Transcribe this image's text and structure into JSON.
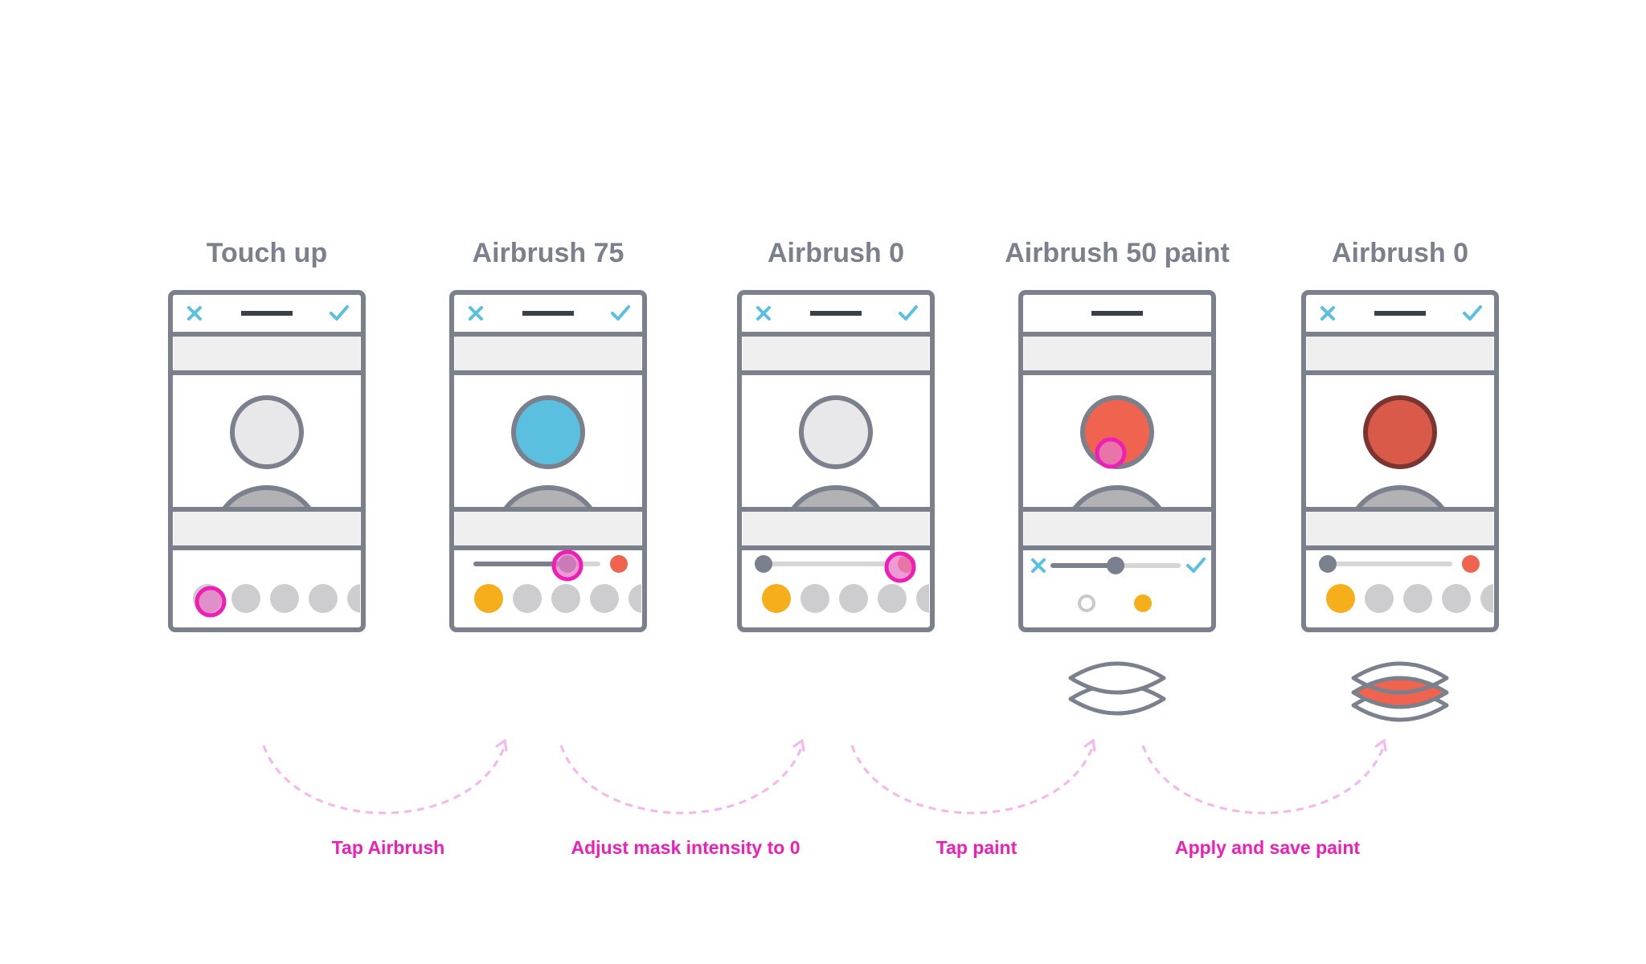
{
  "colors": {
    "frame": "#7a808c",
    "bar": "#efefef",
    "accent_blue": "#5bbfdf",
    "face_default": "#e8e8ea",
    "face_blue": "#5bbfdf",
    "face_red": "#f0634f",
    "face_applied": "#d95a48",
    "face_applied_border": "#7a3530",
    "body": "#b2b2b4",
    "tap_ring": "#ee1fb6",
    "tap_fill": "#e67ac6",
    "chip_active": "#f7ae1b",
    "chip": "#cdcdcf",
    "slider_track": "#d6d6d6",
    "slider_red": "#f0634f",
    "arrow": "#f6b6ec",
    "step_text": "#ee1fb6"
  },
  "screens": [
    {
      "title": "Touch up",
      "top_icons": true,
      "face": "default",
      "mode": "chips_only",
      "slider_value": null,
      "active_chip": false,
      "tap": "first_chip",
      "layers": null
    },
    {
      "title": "Airbrush 75",
      "top_icons": true,
      "face": "blue",
      "mode": "slider",
      "slider_value": 75,
      "active_chip": true,
      "tap": "slider_knob",
      "layers": null
    },
    {
      "title": "Airbrush 0",
      "top_icons": true,
      "face": "default",
      "mode": "slider",
      "slider_value": 0,
      "active_chip": true,
      "tap": "slider_end",
      "layers": null
    },
    {
      "title": "Airbrush 50 paint",
      "top_icons": false,
      "face": "red",
      "mode": "paint",
      "slider_value": 50,
      "active_chip": false,
      "tap": "face",
      "layers": "empty"
    },
    {
      "title": "Airbrush 0",
      "top_icons": true,
      "face": "applied",
      "mode": "slider",
      "slider_value": 0,
      "active_chip": true,
      "tap": null,
      "layers": "filled"
    }
  ],
  "steps": [
    "Tap Airbrush",
    "Adjust mask intensity to 0",
    "Tap paint",
    "Apply and save paint"
  ],
  "icons": {
    "close": "close-icon",
    "check": "check-icon",
    "layers": "layers-icon"
  }
}
